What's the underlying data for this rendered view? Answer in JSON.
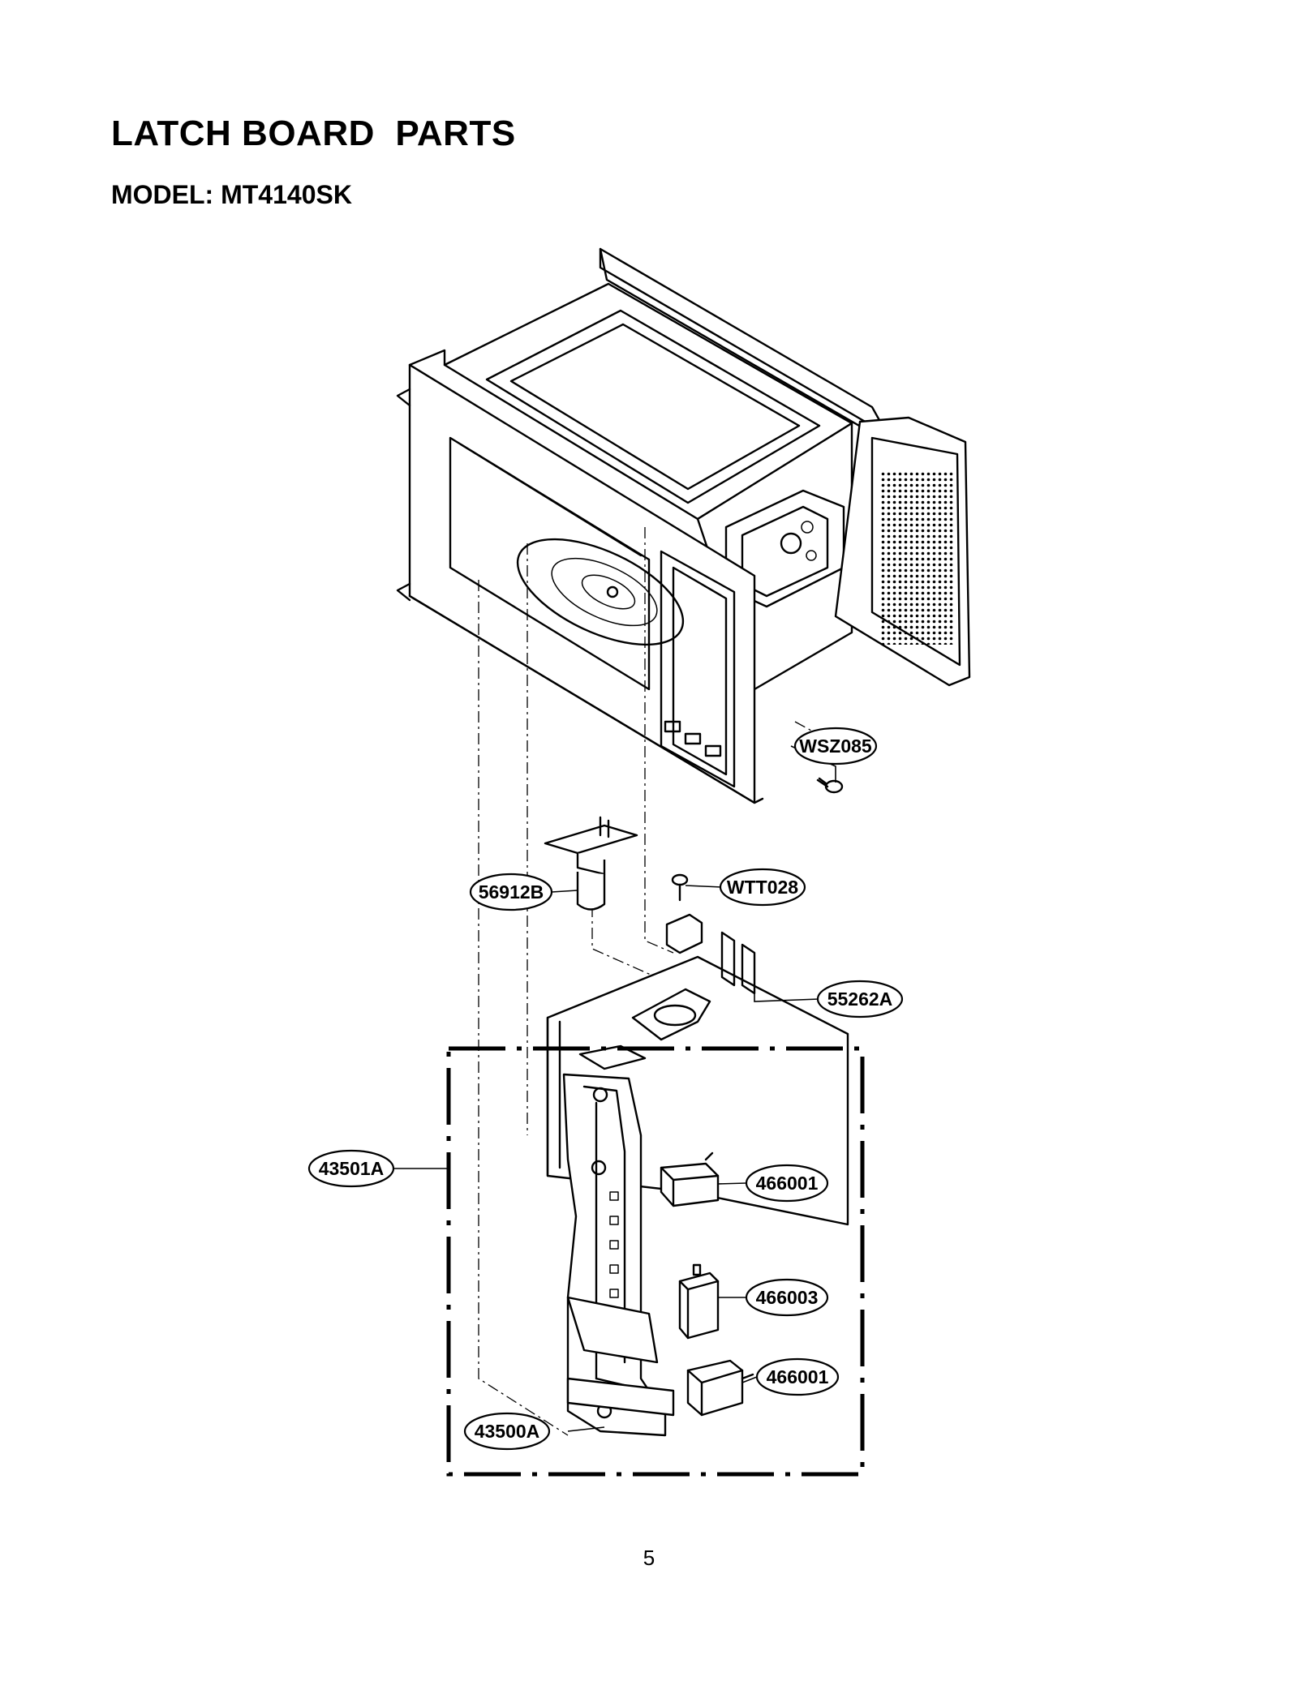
{
  "header": {
    "title": "LATCH BOARD  PARTS",
    "model": "MODEL: MT4140SK"
  },
  "callouts": [
    {
      "id": "wsz085",
      "label": "WSZ085"
    },
    {
      "id": "56912b",
      "label": "56912B"
    },
    {
      "id": "wtt028",
      "label": "WTT028"
    },
    {
      "id": "55262a",
      "label": "55262A"
    },
    {
      "id": "43501a",
      "label": "43501A"
    },
    {
      "id": "466001a",
      "label": "466001"
    },
    {
      "id": "466003",
      "label": "466003"
    },
    {
      "id": "466001b",
      "label": "466001"
    },
    {
      "id": "43500a",
      "label": "43500A"
    }
  ],
  "footer": {
    "page_number": "5"
  }
}
